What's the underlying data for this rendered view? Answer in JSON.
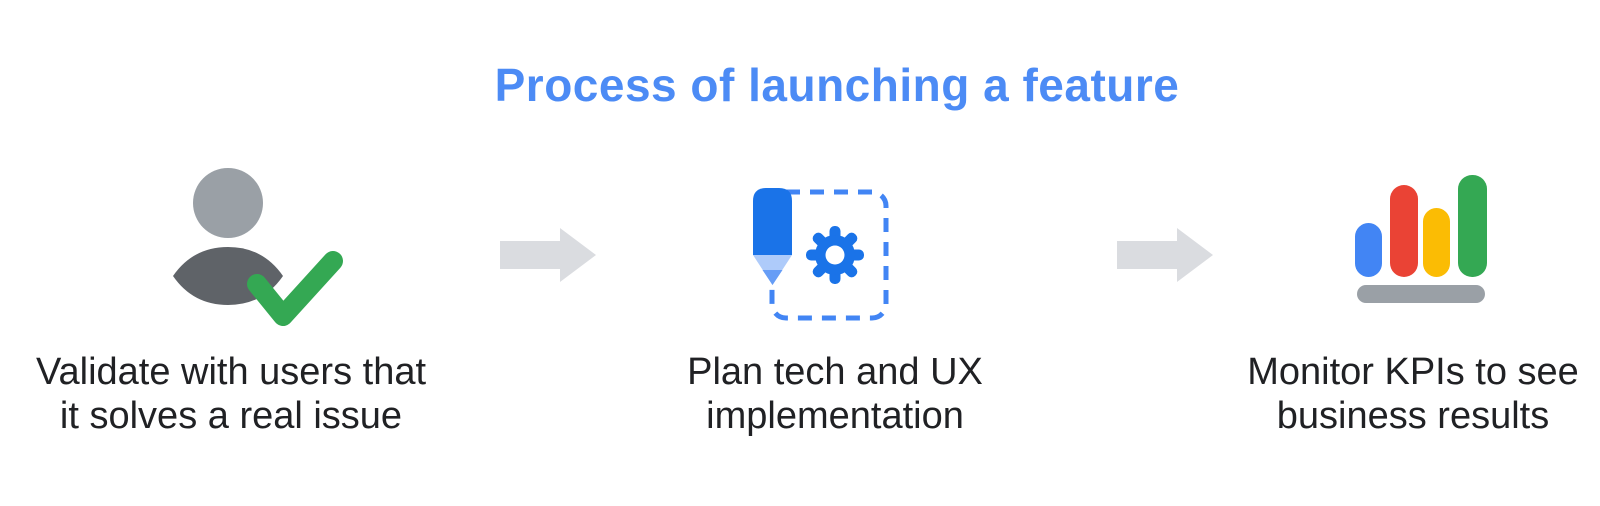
{
  "title": "Process of launching a feature",
  "steps": [
    {
      "name": "validate-with-users",
      "icon": "person-check-icon",
      "lines": [
        "Validate with users that",
        "it solves a real issue"
      ]
    },
    {
      "name": "plan-implementation",
      "icon": "pencil-gear-icon",
      "lines": [
        "Plan tech and UX",
        "implementation"
      ]
    },
    {
      "name": "monitor-kpis",
      "icon": "bar-chart-icon",
      "lines": [
        "Monitor KPIs to see",
        "business results"
      ]
    }
  ],
  "arrows": [
    {
      "name": "arrow-step1-to-step2",
      "direction": "right"
    },
    {
      "name": "arrow-step2-to-step3",
      "direction": "right"
    }
  ],
  "colors": {
    "title_blue": "#4C8BF5",
    "caption_text": "#202124",
    "person_head": "#9AA0A6",
    "person_body": "#5F6368",
    "check_green": "#34A853",
    "pencil_blue": "#1A73E8",
    "pencil_tip": "#AECBFA",
    "pencil_point": "#669DF6",
    "dashed_border": "#4285F4",
    "gear_blue": "#1A73E8",
    "bar_blue": "#4285F4",
    "bar_red": "#EA4335",
    "bar_yellow": "#FBBC04",
    "bar_green": "#34A853",
    "chart_base": "#9AA0A6",
    "arrow_gray": "#DADCE0",
    "background": "#FFFFFF"
  }
}
